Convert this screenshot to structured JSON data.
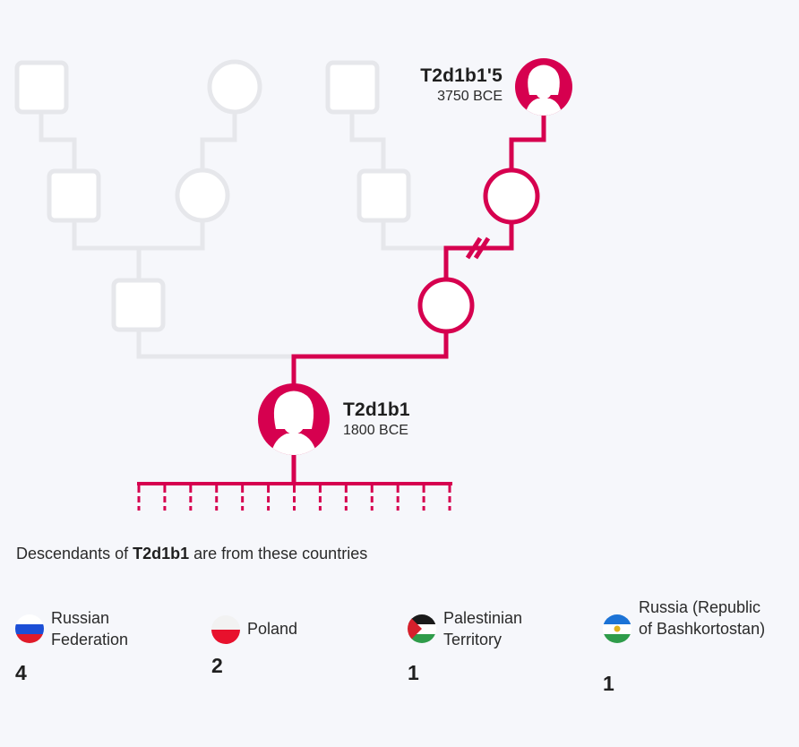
{
  "tree": {
    "top_node": {
      "name": "T2d1b1'5",
      "date": "3750 BCE"
    },
    "main_node": {
      "name": "T2d1b1",
      "date": "1800 BCE"
    }
  },
  "caption": {
    "prefix": "Descendants of ",
    "name": "T2d1b1",
    "suffix": " are from these countries"
  },
  "countries": [
    {
      "name": "Russian Federation",
      "count": "4",
      "flag": "russia"
    },
    {
      "name": "Poland",
      "count": "2",
      "flag": "poland"
    },
    {
      "name": "Palestinian Territory",
      "count": "1",
      "flag": "palestine"
    },
    {
      "name": "Russia (Republic of Bashkortostan)",
      "count": "1",
      "flag": "bashkortostan"
    }
  ],
  "colors": {
    "accent": "#d6004f",
    "faded": "#e6e7eb",
    "background": "#f6f7fb"
  }
}
